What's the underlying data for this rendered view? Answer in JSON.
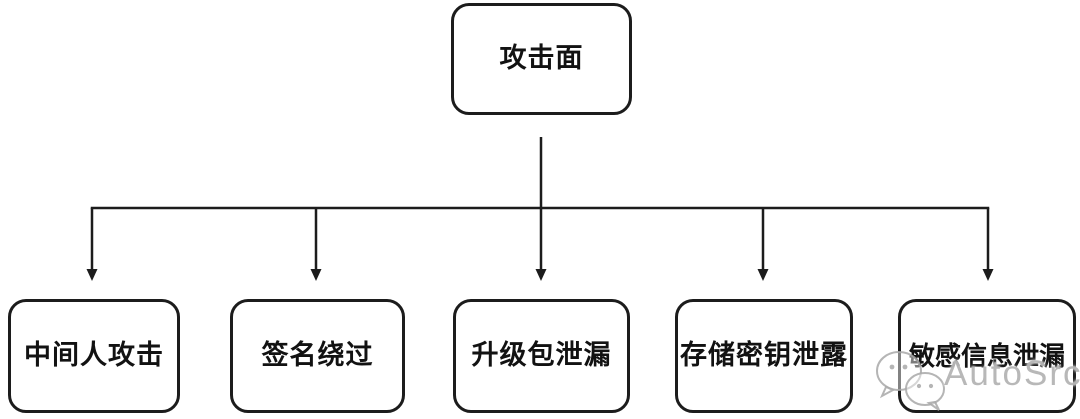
{
  "diagram": {
    "type": "tree",
    "root": {
      "label": "攻击面"
    },
    "children": [
      {
        "label": "中间人攻击"
      },
      {
        "label": "签名绕过"
      },
      {
        "label": "升级包泄漏"
      },
      {
        "label": "存储密钥泄露"
      },
      {
        "label": "敏感信息泄漏"
      }
    ]
  },
  "watermark": {
    "text": "AutoSrc",
    "logo": "wechat-chat-bubbles-icon"
  },
  "colors": {
    "line": "#1c1c1c",
    "text": "#121212",
    "background": "#ffffff",
    "watermark_gray": "#acacac"
  }
}
